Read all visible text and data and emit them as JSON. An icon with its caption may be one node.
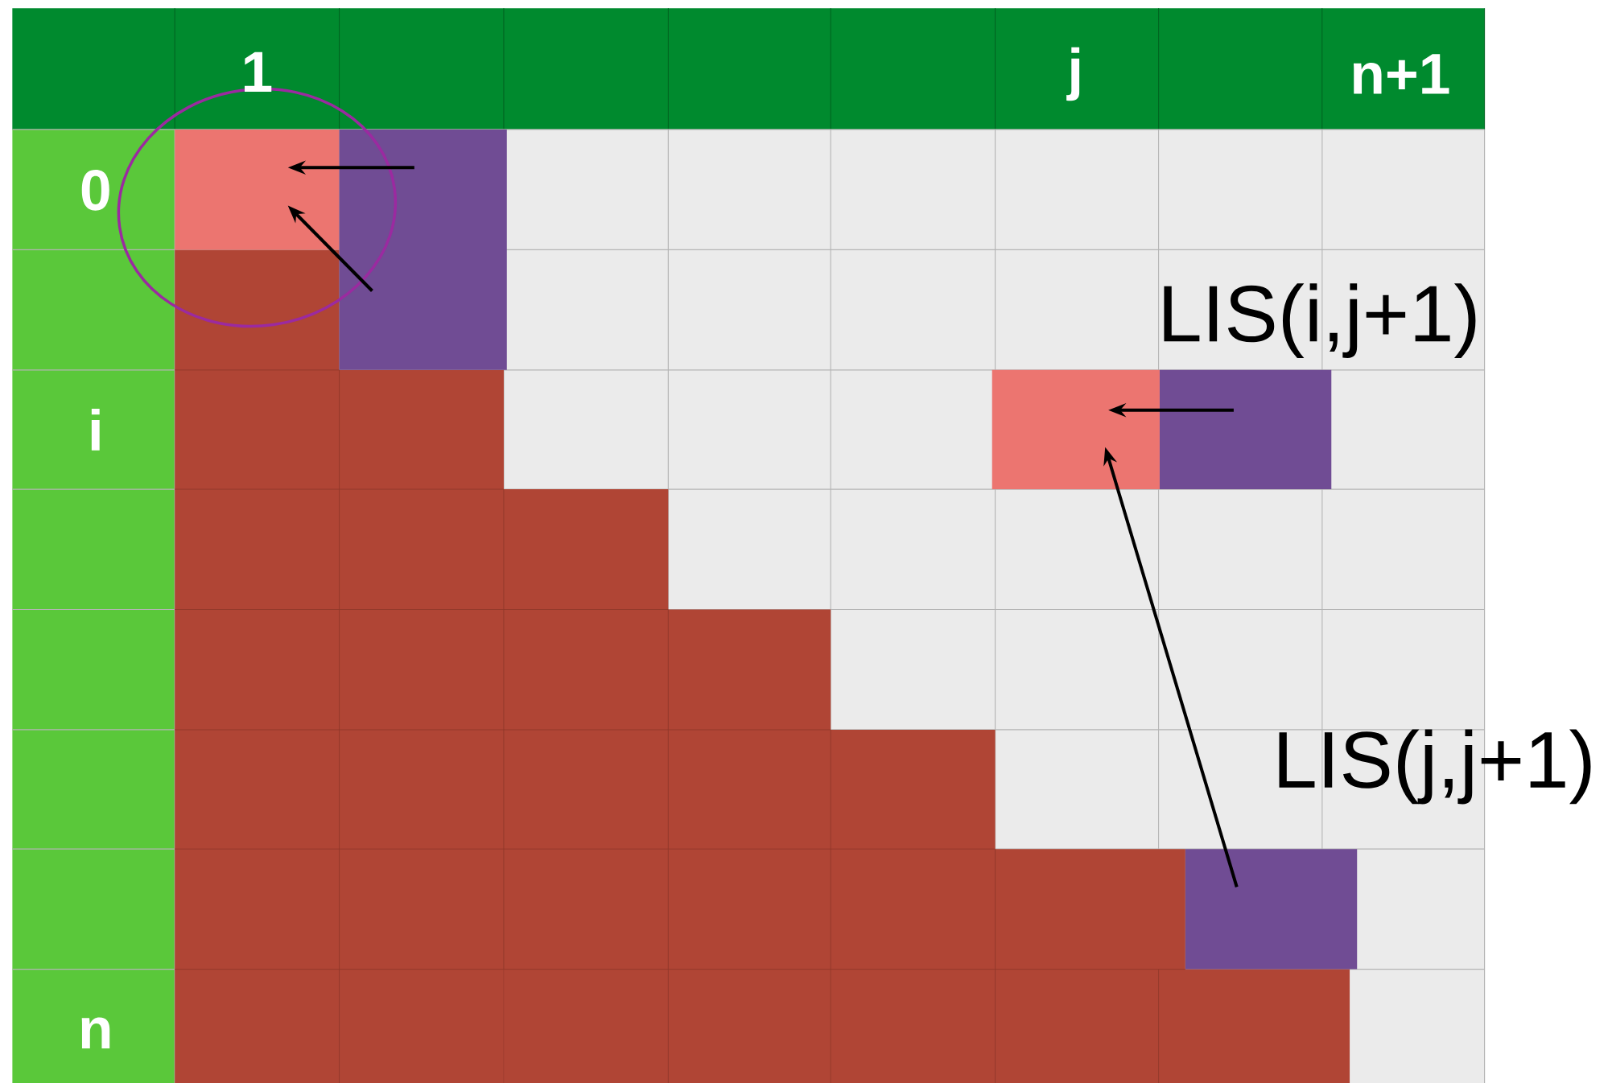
{
  "diagram": {
    "nodes": [
      {
        "text": [],
        "shape": "box"
      },
      {
        "text": [],
        "shape": "box"
      },
      {
        "text": [],
        "shape": "box"
      },
      {
        "text": [],
        "shape": "box",
        "beside": [
          "LIS(i,j+1)"
        ]
      },
      {
        "text": [],
        "shape": "box",
        "beside": [
          "LIS(j,j+1)"
        ]
      }
    ],
    "edges": [
      {
        "from": 1,
        "to": 0,
        "arrow": "to"
      },
      {
        "from": 1,
        "to": 0,
        "arrow": "to"
      },
      {
        "from": 3,
        "to": 2,
        "arrow": "to"
      },
      {
        "from": 4,
        "to": 2,
        "arrow": "to"
      }
    ],
    "labels": [
      "1",
      "j",
      "n+1",
      "0",
      "i",
      "n"
    ]
  }
}
